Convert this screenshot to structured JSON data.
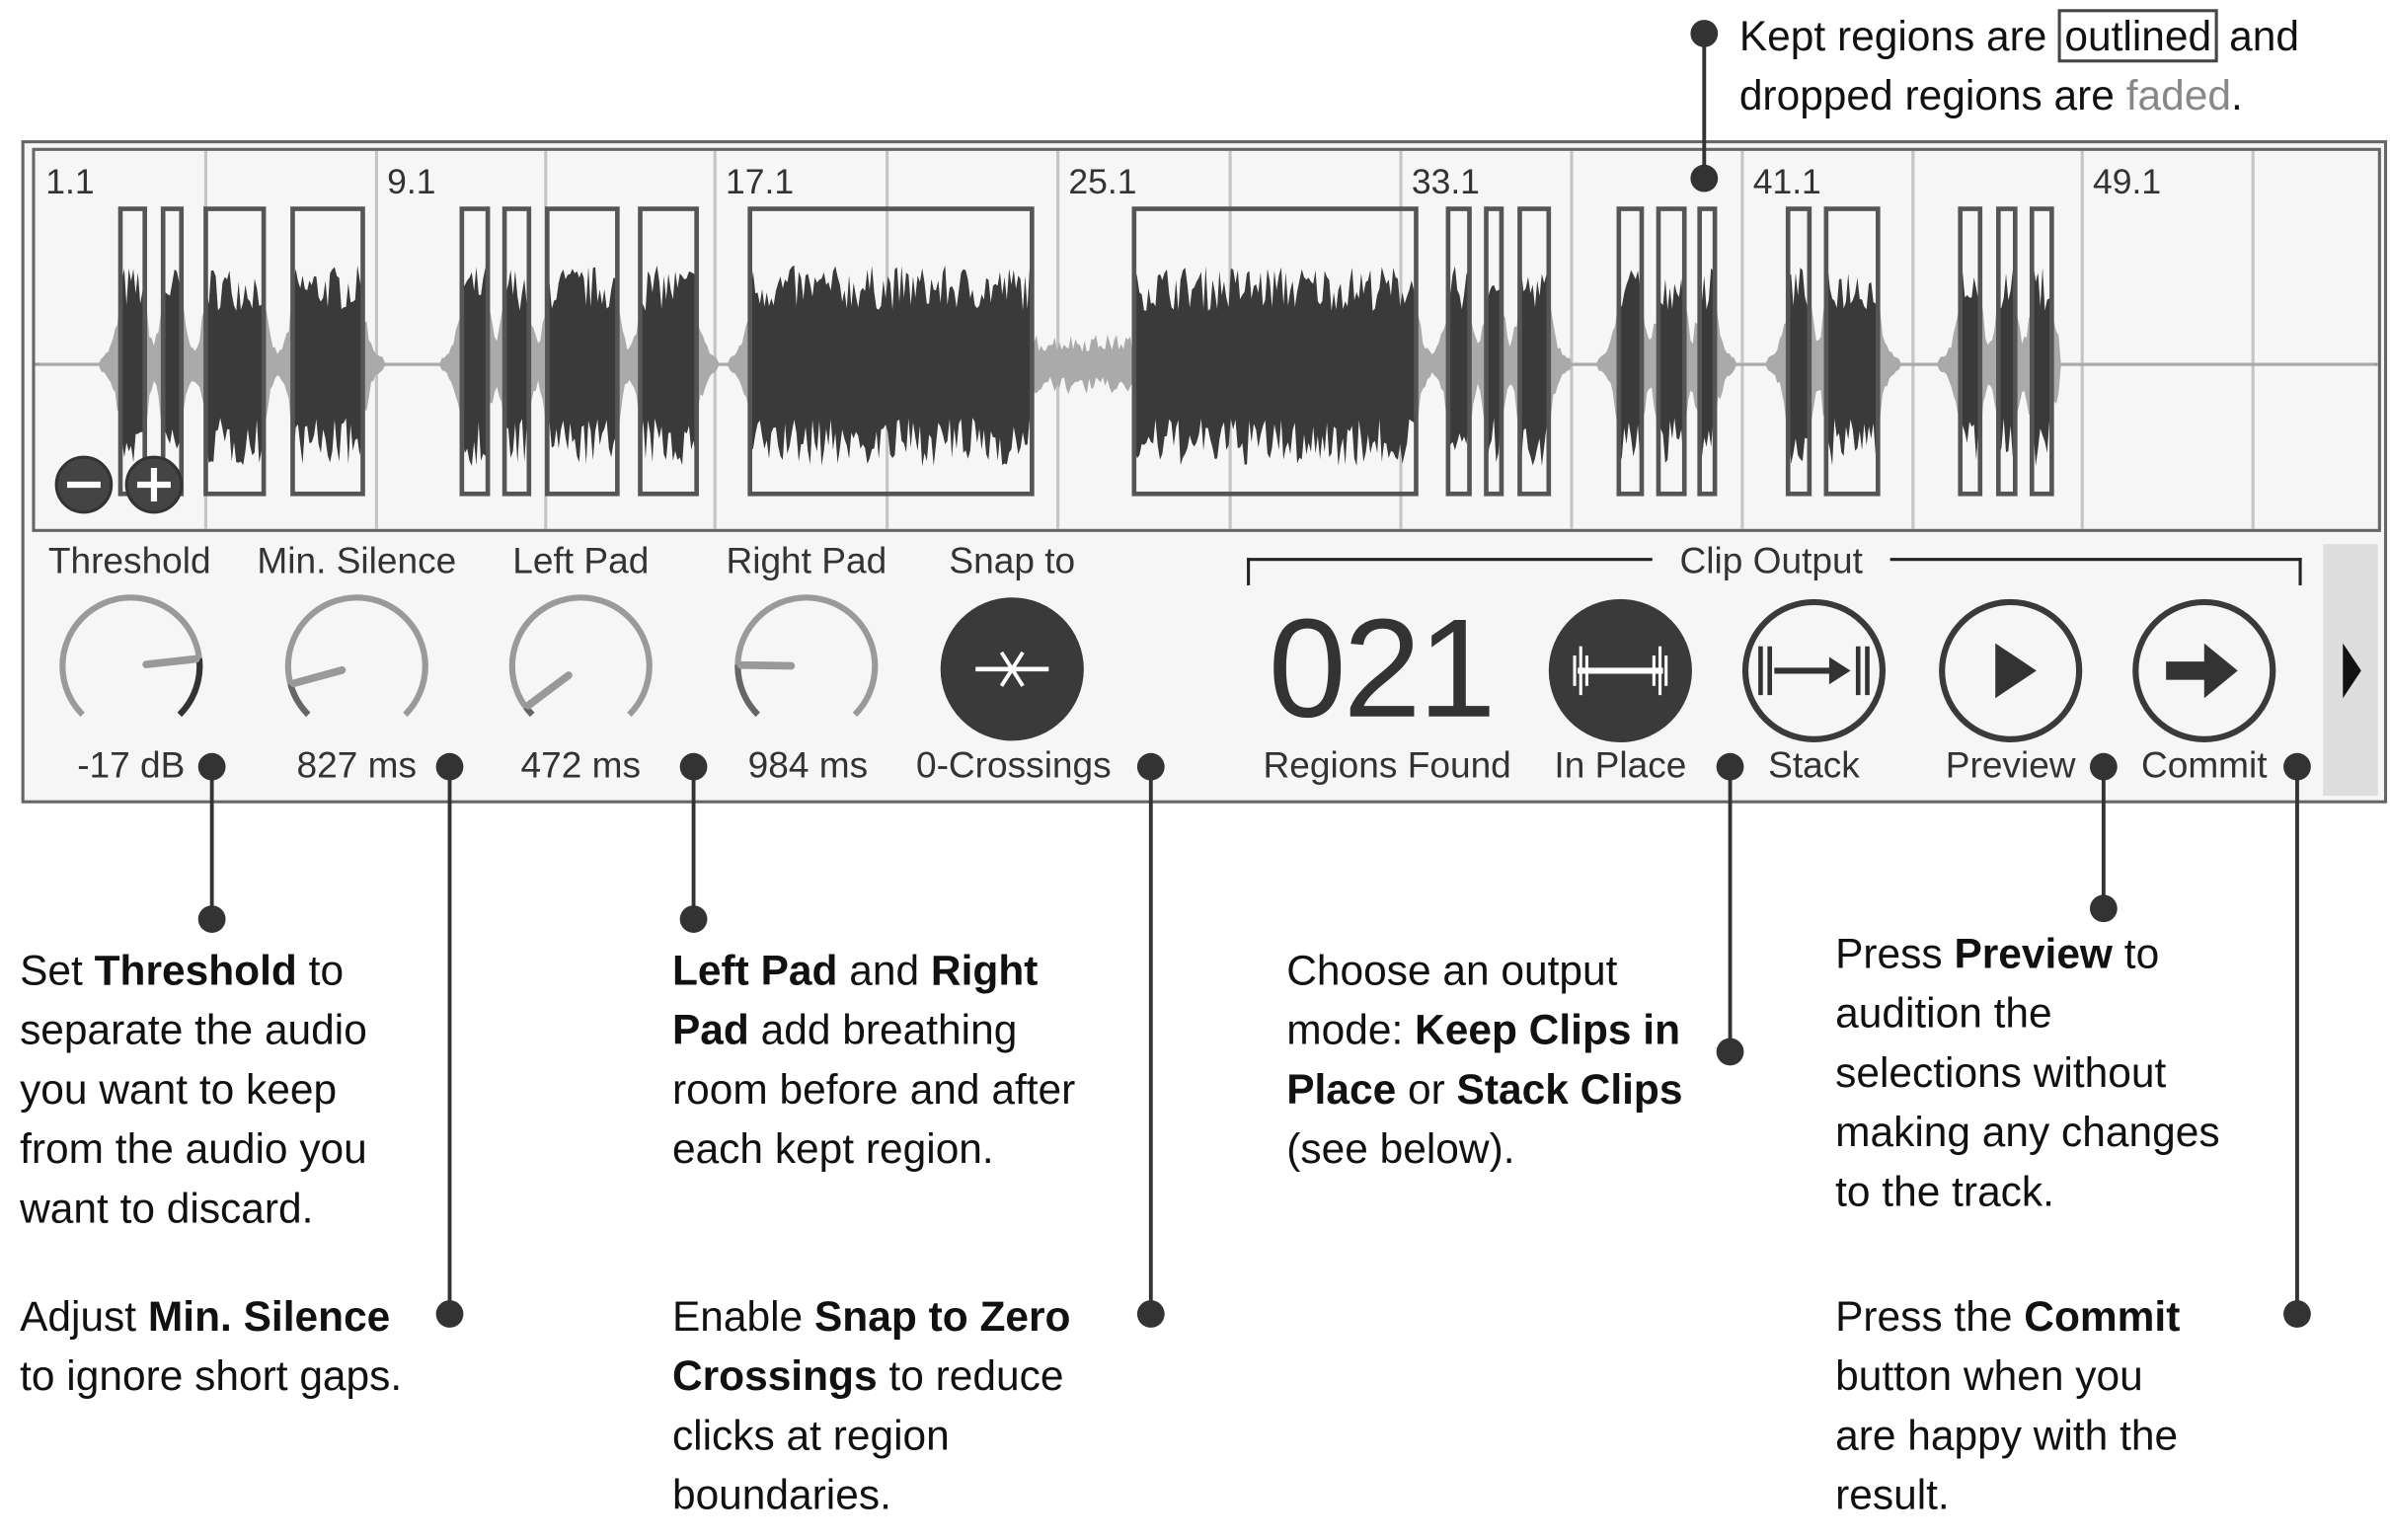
{
  "timeline": {
    "ticks": [
      "1.1",
      "9.1",
      "17.1",
      "25.1",
      "33.1",
      "41.1",
      "49.1"
    ]
  },
  "zoom": {
    "out_icon": "minus-icon",
    "in_icon": "plus-icon"
  },
  "controls": [
    {
      "label": "Threshold",
      "value": "-17 dB",
      "level": 0.81,
      "dark_from_pointer": true
    },
    {
      "label": "Min. Silence",
      "value": "827 ms",
      "level": 0.11
    },
    {
      "label": "Left Pad",
      "value": "472 ms",
      "level": 0.03
    },
    {
      "label": "Right Pad",
      "value": "984 ms",
      "level": 0.17
    }
  ],
  "snap": {
    "label": "Snap to",
    "value": "0-Crossings",
    "icon": "zero-crossing-icon"
  },
  "clip_output": {
    "title": "Clip Output",
    "regions_count": "021",
    "regions_label": "Regions Found",
    "in_place": "In Place",
    "stack": "Stack",
    "preview": "Preview",
    "commit": "Commit"
  },
  "colors": {
    "dark": "#3a3a3a",
    "faded": "#aaaaaa",
    "panel": "#f6f6f6",
    "border": "#666666"
  },
  "top_note": {
    "p1": "Kept regions are ",
    "boxed": "outlined",
    "p2": " and",
    "p3": "dropped regions are ",
    "faded": "faded",
    "p4": "."
  },
  "notes": {
    "threshold": [
      [
        {
          "t": "Set "
        },
        {
          "t": "Threshold",
          "b": 1
        },
        {
          "t": " to"
        }
      ],
      [
        {
          "t": "separate the audio"
        }
      ],
      [
        {
          "t": "you want to keep"
        }
      ],
      [
        {
          "t": "from the audio you"
        }
      ],
      [
        {
          "t": "want to discard."
        }
      ]
    ],
    "min_silence": [
      [
        {
          "t": "Adjust "
        },
        {
          "t": "Min. Silence",
          "b": 1
        }
      ],
      [
        {
          "t": "to ignore short gaps."
        }
      ]
    ],
    "pads": [
      [
        {
          "t": "Left Pad",
          "b": 1
        },
        {
          "t": " and "
        },
        {
          "t": "Right",
          "b": 1
        }
      ],
      [
        {
          "t": "Pad",
          "b": 1
        },
        {
          "t": " add breathing"
        }
      ],
      [
        {
          "t": "room before and after"
        }
      ],
      [
        {
          "t": "each kept region."
        }
      ]
    ],
    "snap": [
      [
        {
          "t": "Enable "
        },
        {
          "t": "Snap to Zero",
          "b": 1
        }
      ],
      [
        {
          "t": "Crossings",
          "b": 1
        },
        {
          "t": " to reduce"
        }
      ],
      [
        {
          "t": "clicks at region"
        }
      ],
      [
        {
          "t": "boundaries."
        }
      ]
    ],
    "output": [
      [
        {
          "t": "Choose an output"
        }
      ],
      [
        {
          "t": "mode: "
        },
        {
          "t": "Keep Clips in",
          "b": 1
        }
      ],
      [
        {
          "t": "Place",
          "b": 1
        },
        {
          "t": " or "
        },
        {
          "t": "Stack Clips",
          "b": 1
        }
      ],
      [
        {
          "t": "(see below)."
        }
      ]
    ],
    "preview": [
      [
        {
          "t": "Press "
        },
        {
          "t": "Preview",
          "b": 1
        },
        {
          "t": " to"
        }
      ],
      [
        {
          "t": "audition the"
        }
      ],
      [
        {
          "t": "selections without"
        }
      ],
      [
        {
          "t": "making any changes"
        }
      ],
      [
        {
          "t": "to the track."
        }
      ]
    ],
    "commit": [
      [
        {
          "t": "Press the "
        },
        {
          "t": "Commit",
          "b": 1
        }
      ],
      [
        {
          "t": "button when you"
        }
      ],
      [
        {
          "t": "are happy with the"
        }
      ],
      [
        {
          "t": "result."
        }
      ]
    ]
  }
}
